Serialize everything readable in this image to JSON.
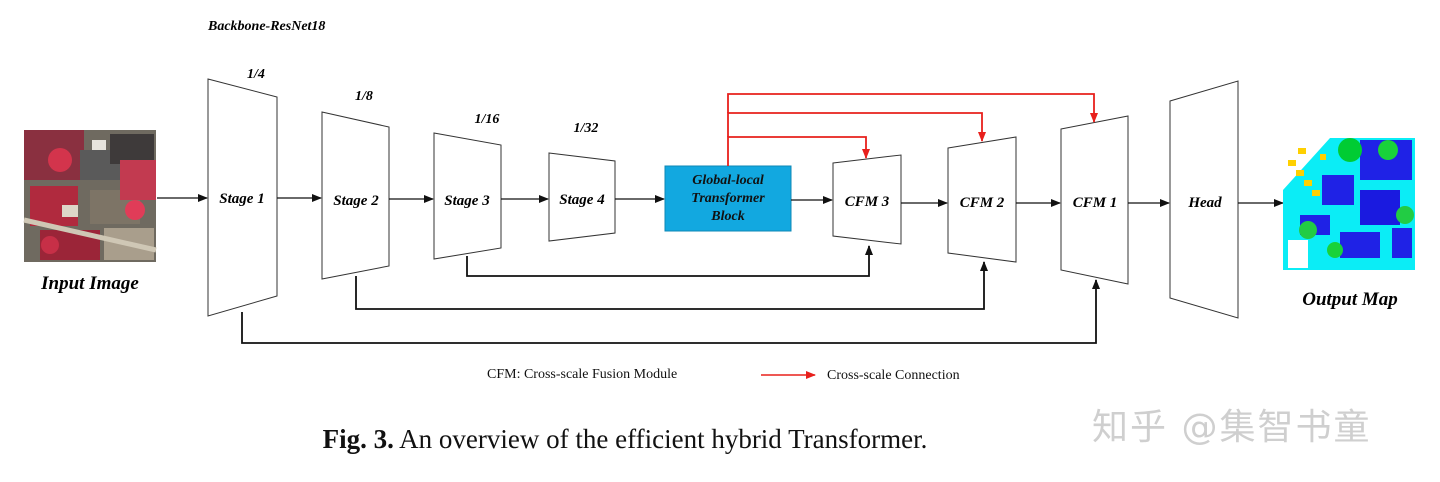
{
  "backbone_label": "Backbone-ResNet18",
  "input_label": "Input Image",
  "output_label": "Output Map",
  "scales": [
    "1/4",
    "1/8",
    "1/16",
    "1/32"
  ],
  "stages": [
    "Stage 1",
    "Stage 2",
    "Stage 3",
    "Stage 4"
  ],
  "gltb_lines": [
    "Global-local",
    "Transformer",
    "Block"
  ],
  "cfms": [
    "CFM 3",
    "CFM 2",
    "CFM 1"
  ],
  "head_label": "Head",
  "legend": {
    "cfm_text": "CFM: Cross-scale Fusion Module",
    "arrow_text": "Cross-scale Connection"
  },
  "caption": {
    "prefix": "Fig. 3.",
    "text": " An overview of the efficient hybrid Transformer."
  },
  "watermark": "知乎 @集智书童",
  "colors": {
    "gltb_fill": "#12a8e0",
    "cross_scale_arrow": "#e8201c",
    "black_arrow": "#111111"
  },
  "icons": {
    "input_image": "aerial-photo-icon",
    "output_map": "segmentation-map-icon"
  }
}
